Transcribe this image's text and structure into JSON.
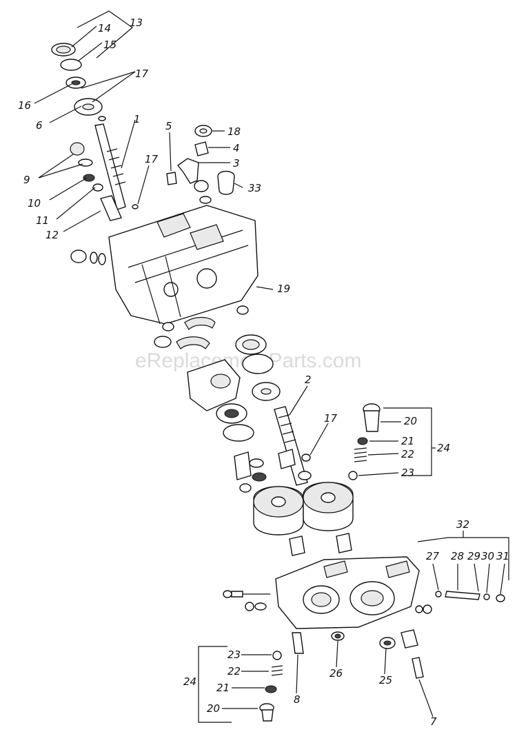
{
  "watermark": "eReplacementParts.com",
  "callouts": {
    "c1": "1",
    "c2": "2",
    "c3": "3",
    "c4": "4",
    "c5": "5",
    "c6": "6",
    "c7": "7",
    "c8": "8",
    "c9": "9",
    "c10": "10",
    "c11": "11",
    "c12": "12",
    "c13": "13",
    "c14": "14",
    "c15": "15",
    "c16": "16",
    "c17a": "17",
    "c17b": "17",
    "c17c": "17",
    "c18": "18",
    "c19": "19",
    "c20a": "20",
    "c21a": "21",
    "c22a": "22",
    "c23a": "23",
    "c24a": "24",
    "c20b": "20",
    "c21b": "21",
    "c22b": "22",
    "c23b": "23",
    "c24b": "24",
    "c25": "25",
    "c26": "26",
    "c27": "27",
    "c28": "28",
    "c29": "29",
    "c30": "30",
    "c31": "31",
    "c32": "32",
    "c33": "33"
  }
}
